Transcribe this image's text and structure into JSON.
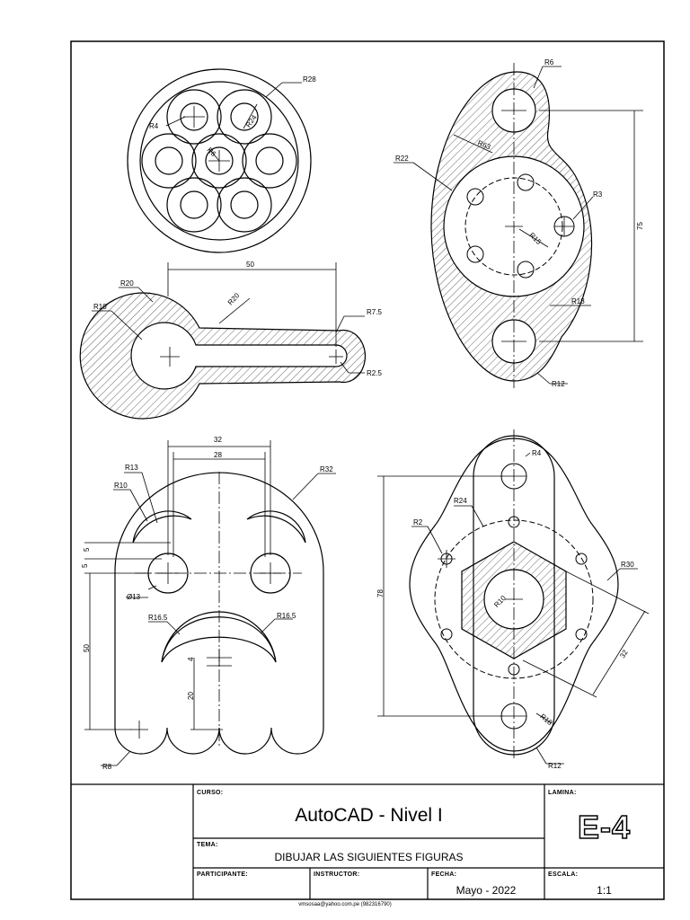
{
  "figure1": {
    "labels": {
      "outer": "R28",
      "small": "R4",
      "circle": "R24",
      "center": "R6"
    }
  },
  "figure2": {
    "labels": {
      "top": "R6",
      "arc": "R63",
      "outer": "R22",
      "hole": "R3",
      "pcd": "R15",
      "side": "R18",
      "bottom": "R12",
      "height": "75"
    }
  },
  "figure3": {
    "labels": {
      "length": "50",
      "outer": "R20",
      "hole": "R10",
      "arc": "R20",
      "tip": "R7.5",
      "slot": "R2.5"
    }
  },
  "figure4": {
    "labels": {
      "outer_width": "32",
      "inner_width": "28",
      "outer_arc": "R13",
      "inner_arc": "R10",
      "head": "R32",
      "v5a": "5",
      "v5b": "5",
      "eye": "Ø13",
      "mouth_left": "R16.5",
      "mouth_right": "R16.5",
      "height": "50",
      "v4": "4",
      "v20": "20",
      "foot": "R8"
    }
  },
  "figure5": {
    "labels": {
      "top": "R4",
      "pcd": "R24",
      "small": "R2",
      "height": "78",
      "side": "R30",
      "hole": "R10",
      "diag": "32",
      "lower": "R18",
      "bottom": "R12"
    }
  },
  "title_block": {
    "curso_label": "CURSO:",
    "course": "AutoCAD - Nivel I",
    "tema_label": "TEMA:",
    "tema": "DIBUJAR LAS SIGUIENTES FIGURAS",
    "participante_label": "PARTICIPANTE:",
    "instructor_label": "INSTRUCTOR:",
    "fecha_label": "FECHA:",
    "fecha": "Mayo - 2022",
    "lamina_label": "LAMINA:",
    "lamina": "E-4",
    "escala_label": "ESCALA:",
    "escala": "1:1"
  },
  "footer": {
    "email": "vmsosaa@yahoo.com.pe (982316790)"
  }
}
